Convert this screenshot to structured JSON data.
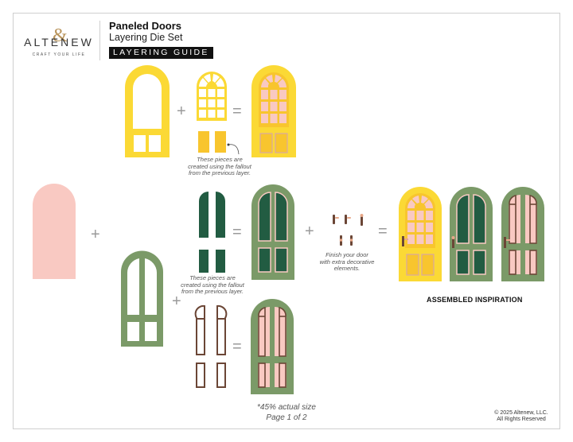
{
  "brand": {
    "logo_text": "ALTENEW",
    "logo_ampersand": "&",
    "tagline": "CRAFT YOUR LIFE"
  },
  "header": {
    "title": "Paneled Doors",
    "subtitle": "Layering Die Set",
    "badge": "LAYERING GUIDE"
  },
  "operators": {
    "plus": "+",
    "equals": "="
  },
  "notes": {
    "fallout_top": [
      "These pieces are",
      "created using the fallout",
      "from the previous layer."
    ],
    "fallout_middle": [
      "These pieces are",
      "created using the fallout",
      "from the previous layer."
    ],
    "finish": [
      "Finish your door",
      "with extra decorative",
      "elements."
    ]
  },
  "assembled": {
    "title": "ASSEMBLED INSPIRATION"
  },
  "footer": {
    "scale_note": "*45% actual size",
    "page_label": "Page 1 of 2",
    "copyright_line1": "© 2025 Altenew, LLC.",
    "copyright_line2": "All Rights Reserved"
  },
  "colors": {
    "yellow": "#fbd935",
    "yellow_dark": "#f8c52e",
    "pink": "#f9c9c2",
    "sage": "#7b9a68",
    "forest": "#225c42",
    "brown": "#6b4636",
    "border": "#cfcfcf",
    "operator": "#9a9a9a"
  }
}
